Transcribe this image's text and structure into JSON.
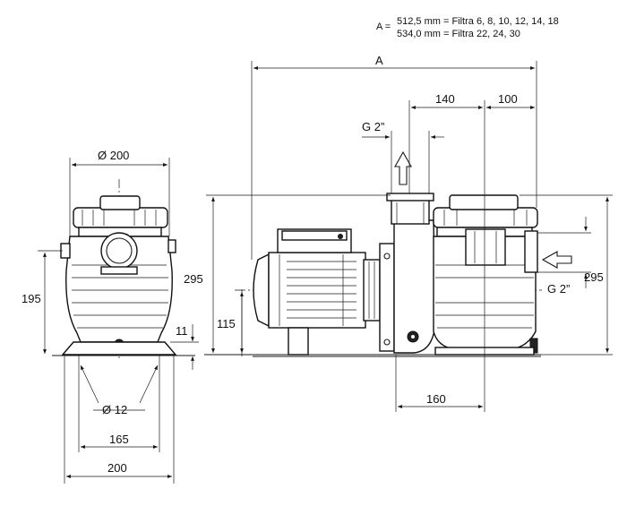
{
  "note": {
    "prefix": "A =",
    "line1": "512,5 mm = Filtra 6, 8, 10, 12, 14, 18",
    "line2": "534,0 mm = Filtra 22, 24, 30"
  },
  "front_view": {
    "dim_diameter_top": "Ø 200",
    "dim_height": "195",
    "dim_foot": "11",
    "dim_hole": "Ø 12",
    "dim_bolt_spacing": "165",
    "dim_base_width": "200"
  },
  "side_view": {
    "dim_overall_length": "A",
    "dim_outlet_offset": "140",
    "dim_strainer_offset": "100",
    "label_outlet": "G 2”",
    "label_inlet": "G 2”",
    "dim_height_left": "295",
    "dim_height_right": "295",
    "dim_shaft_height": "115",
    "dim_base_spacing": "160"
  }
}
